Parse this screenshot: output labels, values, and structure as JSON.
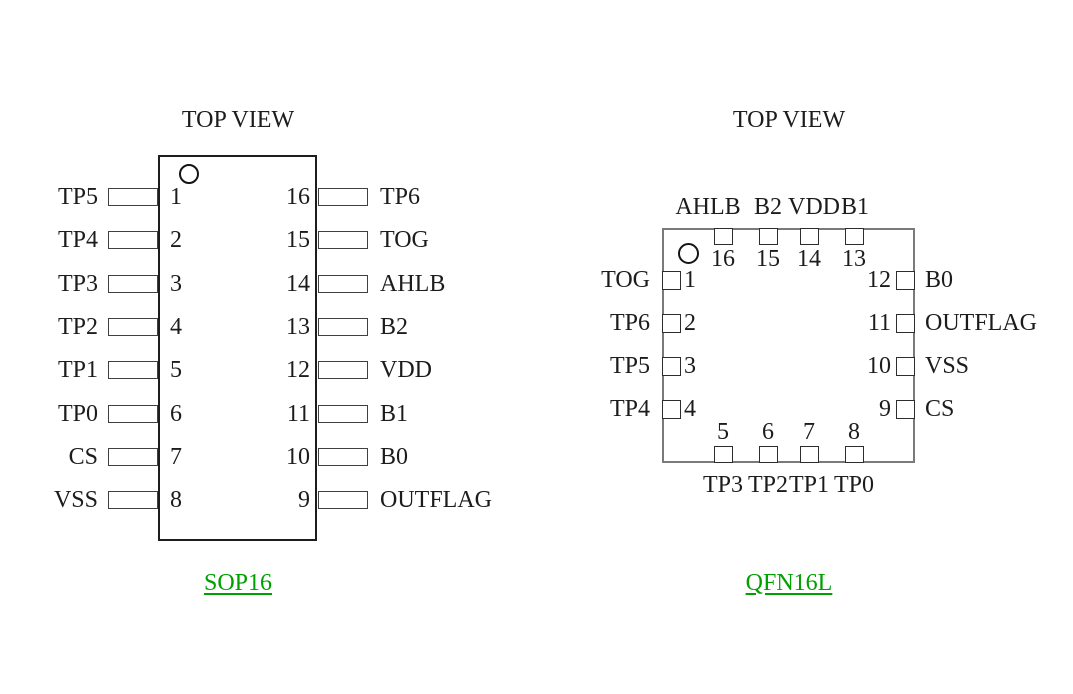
{
  "colors": {
    "link_green": "#00a000",
    "outline_black": "#1d1d1d",
    "outline_gray": "#7a7a7a"
  },
  "sop16": {
    "title": "TOP VIEW",
    "package_name": "SOP16",
    "left_pins": [
      {
        "number": "1",
        "label": "TP5"
      },
      {
        "number": "2",
        "label": "TP4"
      },
      {
        "number": "3",
        "label": "TP3"
      },
      {
        "number": "4",
        "label": "TP2"
      },
      {
        "number": "5",
        "label": "TP1"
      },
      {
        "number": "6",
        "label": "TP0"
      },
      {
        "number": "7",
        "label": "CS"
      },
      {
        "number": "8",
        "label": "VSS"
      }
    ],
    "right_pins": [
      {
        "number": "16",
        "label": "TP6"
      },
      {
        "number": "15",
        "label": "TOG"
      },
      {
        "number": "14",
        "label": "AHLB"
      },
      {
        "number": "13",
        "label": "B2"
      },
      {
        "number": "12",
        "label": "VDD"
      },
      {
        "number": "11",
        "label": "B1"
      },
      {
        "number": "10",
        "label": "B0"
      },
      {
        "number": "9",
        "label": "OUTFLAG"
      }
    ]
  },
  "qfn16l": {
    "title": "TOP VIEW",
    "package_name": "QFN16L",
    "top_pins": [
      {
        "number": "16",
        "label": "AHLB"
      },
      {
        "number": "15",
        "label": "B2"
      },
      {
        "number": "14",
        "label": "VDD"
      },
      {
        "number": "13",
        "label": "B1"
      }
    ],
    "left_pins": [
      {
        "number": "1",
        "label": "TOG"
      },
      {
        "number": "2",
        "label": "TP6"
      },
      {
        "number": "3",
        "label": "TP5"
      },
      {
        "number": "4",
        "label": "TP4"
      }
    ],
    "right_pins": [
      {
        "number": "12",
        "label": "B0"
      },
      {
        "number": "11",
        "label": "OUTFLAG"
      },
      {
        "number": "10",
        "label": "VSS"
      },
      {
        "number": "9",
        "label": "CS"
      }
    ],
    "bottom_pins": [
      {
        "number": "5",
        "label": "TP3"
      },
      {
        "number": "6",
        "label": "TP2"
      },
      {
        "number": "7",
        "label": "TP1"
      },
      {
        "number": "8",
        "label": "TP0"
      }
    ]
  }
}
